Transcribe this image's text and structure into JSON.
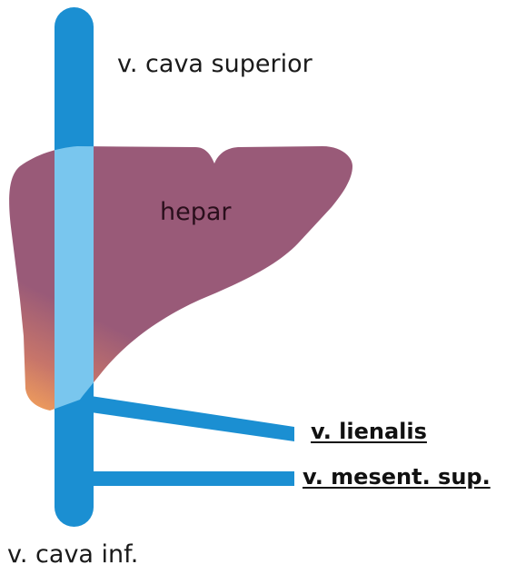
{
  "labels": {
    "vena_cava_superior": "v. cava superior",
    "hepar": "hepar",
    "vena_lienalis": "v. lienalis",
    "vena_mesenterica_superior": "v. mesent. sup.",
    "vena_cava_inferior": "v. cava inf."
  },
  "colors": {
    "vein": "#1b8fd2",
    "vein_overlap": "#79c6ee",
    "liver_main": "#995a78",
    "liver_highlight": "#e8925e",
    "label_text": "#111111"
  }
}
